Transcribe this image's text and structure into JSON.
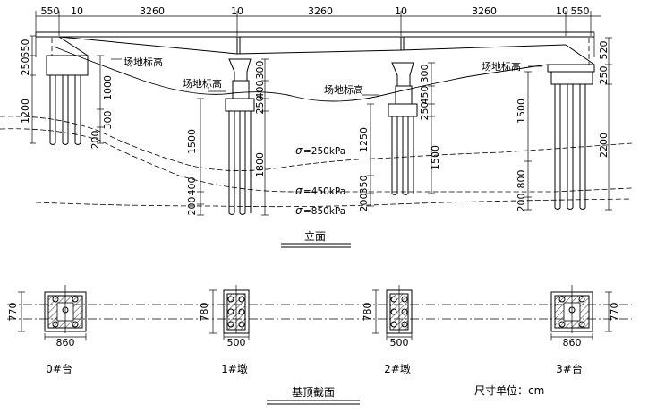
{
  "elevation": {
    "top_dims": [
      "550",
      "10",
      "3260",
      "10",
      "3260",
      "10",
      "3260",
      "10",
      "550"
    ],
    "site_label": "场地标高",
    "abutment0_dims": [
      "550",
      "250",
      "1200",
      "1000",
      "300",
      "200"
    ],
    "pier1_dims": [
      "300",
      "400",
      "250",
      "1500",
      "1800",
      "400",
      "200"
    ],
    "pier2_dims": [
      "300",
      "450",
      "250",
      "1250",
      "1500",
      "350",
      "200"
    ],
    "abutment3_dims": [
      "520",
      "250",
      "1500",
      "2200",
      "800",
      "200"
    ],
    "soil_layers": [
      "=250kPa",
      "=450kPa",
      "=850kPa"
    ],
    "soil_symbol": "σ",
    "title": "立面"
  },
  "plan": {
    "title": "基顶截面",
    "unit_note": "尺寸单位：cm",
    "items": [
      {
        "label": "0#台",
        "width": "860",
        "height": "770"
      },
      {
        "label": "1#墩",
        "width": "500",
        "height": "780"
      },
      {
        "label": "2#墩",
        "width": "500",
        "height": "780"
      },
      {
        "label": "3#台",
        "width": "860",
        "height": "770"
      }
    ]
  }
}
